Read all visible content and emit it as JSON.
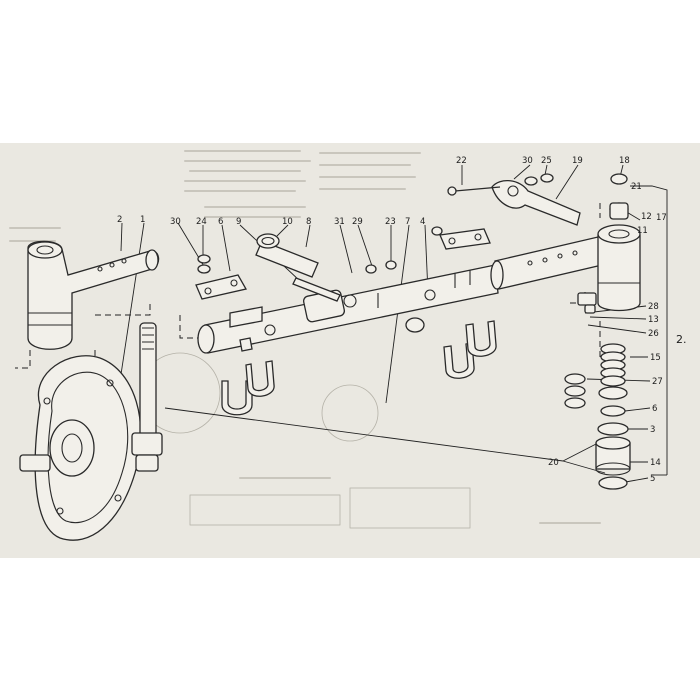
{
  "callouts": [
    {
      "id": "c-1",
      "text": "1"
    },
    {
      "id": "c-2",
      "text": "2"
    },
    {
      "id": "c-30a",
      "text": "30"
    },
    {
      "id": "c-24",
      "text": "24"
    },
    {
      "id": "c-6",
      "text": "6"
    },
    {
      "id": "c-9",
      "text": "9"
    },
    {
      "id": "c-10",
      "text": "10"
    },
    {
      "id": "c-8",
      "text": "8"
    },
    {
      "id": "c-31",
      "text": "31"
    },
    {
      "id": "c-29",
      "text": "29"
    },
    {
      "id": "c-23",
      "text": "23"
    },
    {
      "id": "c-7",
      "text": "7"
    },
    {
      "id": "c-4",
      "text": "4"
    },
    {
      "id": "c-22",
      "text": "22"
    },
    {
      "id": "c-30b",
      "text": "30"
    },
    {
      "id": "c-25",
      "text": "25"
    },
    {
      "id": "c-19",
      "text": "19"
    },
    {
      "id": "c-18",
      "text": "18"
    },
    {
      "id": "c-21",
      "text": "21"
    },
    {
      "id": "c-17",
      "text": "17"
    },
    {
      "id": "c-12",
      "text": "12"
    },
    {
      "id": "c-11",
      "text": "11"
    },
    {
      "id": "c-28",
      "text": "28"
    },
    {
      "id": "c-13",
      "text": "13"
    },
    {
      "id": "c-26",
      "text": "26"
    },
    {
      "id": "c-15",
      "text": "15"
    },
    {
      "id": "c-27",
      "text": "27"
    },
    {
      "id": "c-6b",
      "text": "6"
    },
    {
      "id": "c-3",
      "text": "3"
    },
    {
      "id": "c-20",
      "text": "20"
    },
    {
      "id": "c-14",
      "text": "14"
    },
    {
      "id": "c-5",
      "text": "5"
    },
    {
      "id": "c-2b",
      "text": "2."
    }
  ]
}
